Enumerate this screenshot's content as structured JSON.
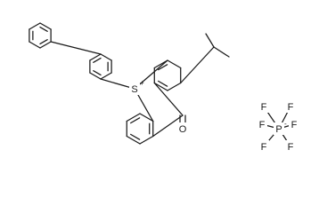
{
  "structure": {
    "atoms": {
      "sulfur": "S",
      "sulfur_charge": "+",
      "oxygen": "O",
      "phosphorus": "P",
      "phosphorus_charge": "-",
      "fluorine": "F"
    }
  }
}
